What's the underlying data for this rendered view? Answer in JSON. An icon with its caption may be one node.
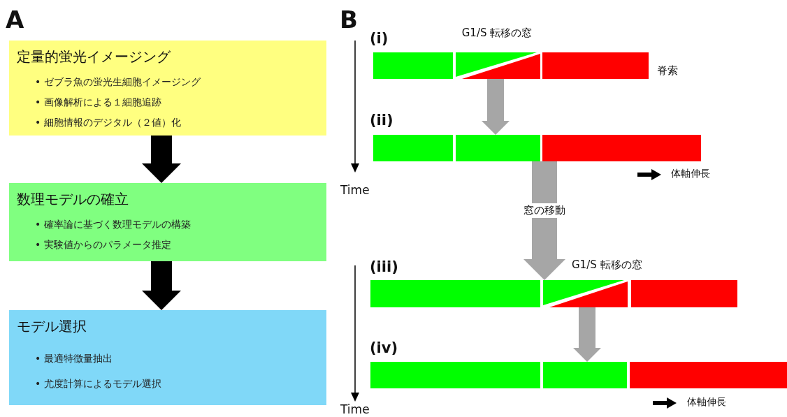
{
  "diagram": {
    "nodes": [
      {
        "text": [
          "定量的蛍光イメージング",
          "• ゼブラ魚の蛍光生細胞イメージング",
          "• 画像解析による１細胞追跡",
          "• 細胞情報のデジタル（２値）化"
        ]
      },
      {
        "text": [
          "数理モデルの確立",
          "• 確率論に基づく数理モデルの構築",
          "• 実験値からのパラメータ推定"
        ]
      },
      {
        "text": [
          "モデル選択",
          "• 最適特徴量抽出",
          "• 尤度計算によるモデル選択"
        ]
      },
      {
        "text": [],
        "shape": "bar",
        "beside": [
          "(i)",
          "G1/S 転移の窓",
          "脊索"
        ]
      },
      {
        "text": [],
        "shape": "bar",
        "beside": [
          "(ii)"
        ]
      },
      {
        "text": [],
        "shape": "bar",
        "beside": [
          "(iii)",
          "G1/S 転移の窓"
        ]
      },
      {
        "text": [],
        "shape": "bar",
        "beside": [
          "(iv)"
        ]
      }
    ],
    "edges": [
      {
        "from": 0,
        "to": 1,
        "arrow": "to",
        "color": "#000000"
      },
      {
        "from": 1,
        "to": 2,
        "arrow": "to",
        "color": "#000000"
      },
      {
        "from": 3,
        "to": 4,
        "arrow": "to"
      },
      {
        "from": 4,
        "to": 5,
        "arrow": "to",
        "label": "窓の移動"
      },
      {
        "from": 5,
        "to": 6,
        "arrow": "to"
      }
    ],
    "labels": [
      "A",
      "B",
      "Time",
      "体軸伸長",
      "Time",
      "体軸伸長"
    ]
  }
}
